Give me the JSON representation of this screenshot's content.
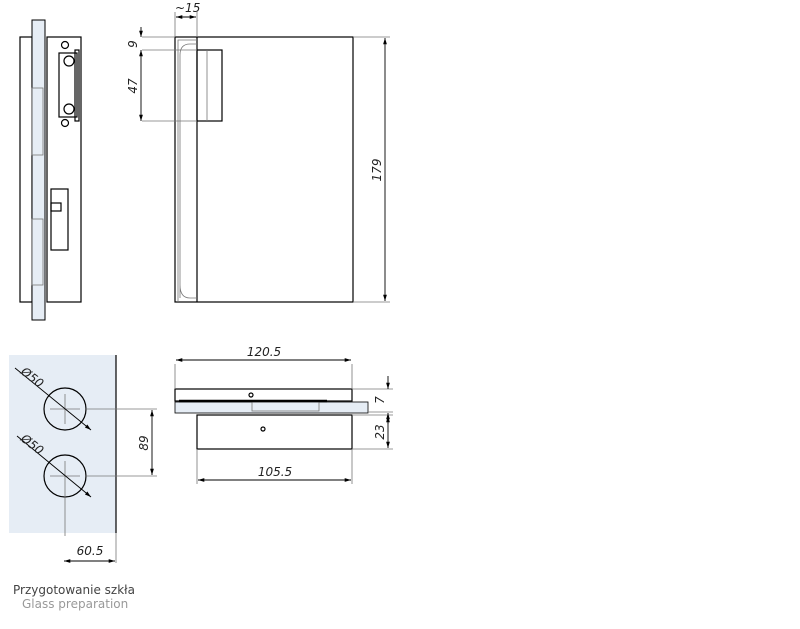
{
  "colors": {
    "glass": "#e6edf5",
    "line": "#000000"
  },
  "dimensions": {
    "approx_width": "~15",
    "top_offset": "9",
    "block_height": "47",
    "total_height": "179",
    "top_width": "120.5",
    "plate_thickness": "7",
    "body_thickness": "23",
    "body_width": "105.5",
    "hole_diameter_1": "Ø50",
    "hole_diameter_2": "Ø50",
    "hole_spacing": "89",
    "edge_distance": "60.5"
  },
  "caption": {
    "title_pl": "Przygotowanie szkła",
    "title_en": "Glass preparation"
  }
}
